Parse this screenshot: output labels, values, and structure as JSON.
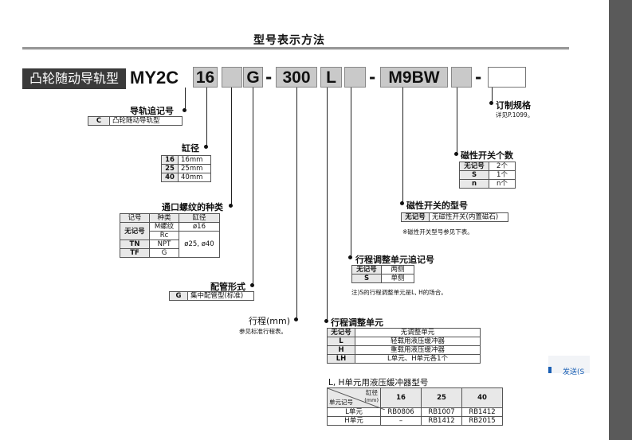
{
  "title": "型号表示方法",
  "series_label": "凸轮随动导轨型",
  "model": {
    "prefix": "MY2C",
    "bore": "16",
    "port": "G",
    "stroke": "300",
    "adj": "L",
    "switch": "M9BW",
    "d1": "-",
    "d2": "-",
    "d3": "-"
  },
  "guide_symbol": {
    "title": "导轨追记号",
    "code": "C",
    "desc": "凸轮随动导轨型"
  },
  "bore": {
    "title": "缸径",
    "rows": [
      [
        "16",
        "16mm"
      ],
      [
        "25",
        "25mm"
      ],
      [
        "40",
        "40mm"
      ]
    ]
  },
  "thread": {
    "title": "通口螺纹的种类",
    "headers": [
      "记号",
      "种类",
      "缸径"
    ],
    "nomark": "无记号",
    "m": "M螺纹",
    "rc": "Rc",
    "phi16": "ø16",
    "tn": "TN",
    "npt": "NPT",
    "tf": "TF",
    "g": "G",
    "phi2540": "ø25, ø40"
  },
  "piping": {
    "title": "配管形式",
    "code": "G",
    "desc": "集中配管型(标准)"
  },
  "stroke": {
    "title": "行程(mm)",
    "note": "参见标准行程表。"
  },
  "adj_unit": {
    "title": "行程调整单元",
    "rows": [
      [
        "无记号",
        "无调整单元"
      ],
      [
        "L",
        "轻载用液压缓冲器"
      ],
      [
        "H",
        "重载用液压缓冲器"
      ],
      [
        "LH",
        "L单元、H单元各1个"
      ]
    ]
  },
  "adj_sym": {
    "title": "行程调整单元追记号",
    "rows": [
      [
        "无记号",
        "两侧"
      ],
      [
        "S",
        "单侧"
      ]
    ],
    "note": "注)S的行程调整单元是L, H的场合。"
  },
  "switch_model": {
    "title": "磁性开关的型号",
    "code": "无记号",
    "desc": "无磁性开关(内置磁石)",
    "note": "※磁性开关型号参见下表。"
  },
  "switch_count": {
    "title": "磁性开关个数",
    "rows": [
      [
        "无记号",
        "2个"
      ],
      [
        "S",
        "1个"
      ],
      [
        "n",
        "n个"
      ]
    ]
  },
  "made_to_order": {
    "title": "订制规格",
    "note": "详见P.1099。"
  },
  "absorber": {
    "title": "L, H单元用液压缓冲器型号",
    "hdr_bore": "缸径",
    "hdr_unit": "(mm)",
    "hdr_sym": "单元记号",
    "cols": [
      "16",
      "25",
      "40"
    ],
    "rows": [
      [
        "L单元",
        "RB0806",
        "RB1007",
        "RB1412"
      ],
      [
        "H单元",
        "–",
        "RB1412",
        "RB2015"
      ]
    ]
  },
  "popup": {
    "text": "发送(S"
  }
}
